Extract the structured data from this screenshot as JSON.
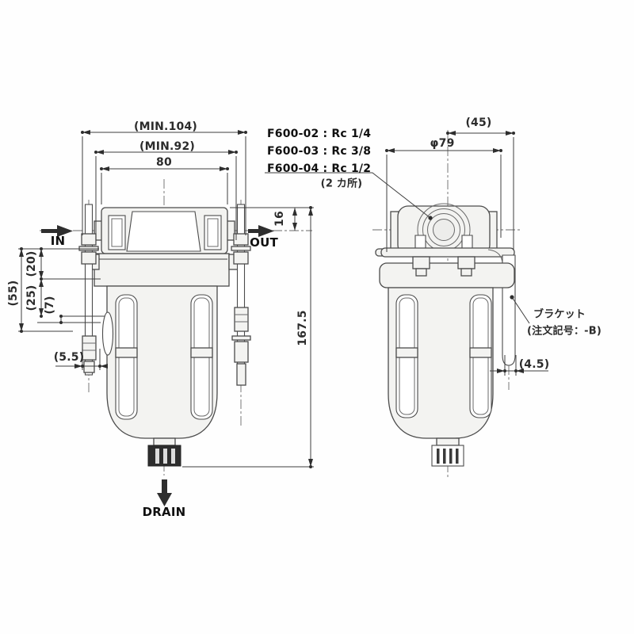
{
  "labels": {
    "flow_in": "IN",
    "flow_out": "OUT",
    "drain": "DRAIN",
    "bracket_name": "ブラケット",
    "bracket_order_code": "(注文記号：-B)",
    "port_variants": [
      "F600-02 : Rc 1/4",
      "F600-03 : Rc 3/8",
      "F600-04 : Rc 1/2"
    ],
    "port_count_note": "(2 カ所)"
  },
  "dimensions": {
    "overall_min_width": "(MIN.104)",
    "inner_min_width": "(MIN.92)",
    "body_width": "80",
    "top_to_port_center": "16",
    "overall_height": "167.5",
    "left_20": "(20)",
    "left_25": "(25)",
    "left_7": "(7)",
    "left_55": "(55)",
    "left_5_5": "(5.5)",
    "side_45": "(45)",
    "body_diameter": "φ79",
    "bracket_thickness": "(4.5)"
  },
  "colors": {
    "line": "#4b4b4b",
    "body_fill": "#f3f3f1",
    "drain_knob": "#2d2d2d",
    "background": "#fefefe"
  }
}
